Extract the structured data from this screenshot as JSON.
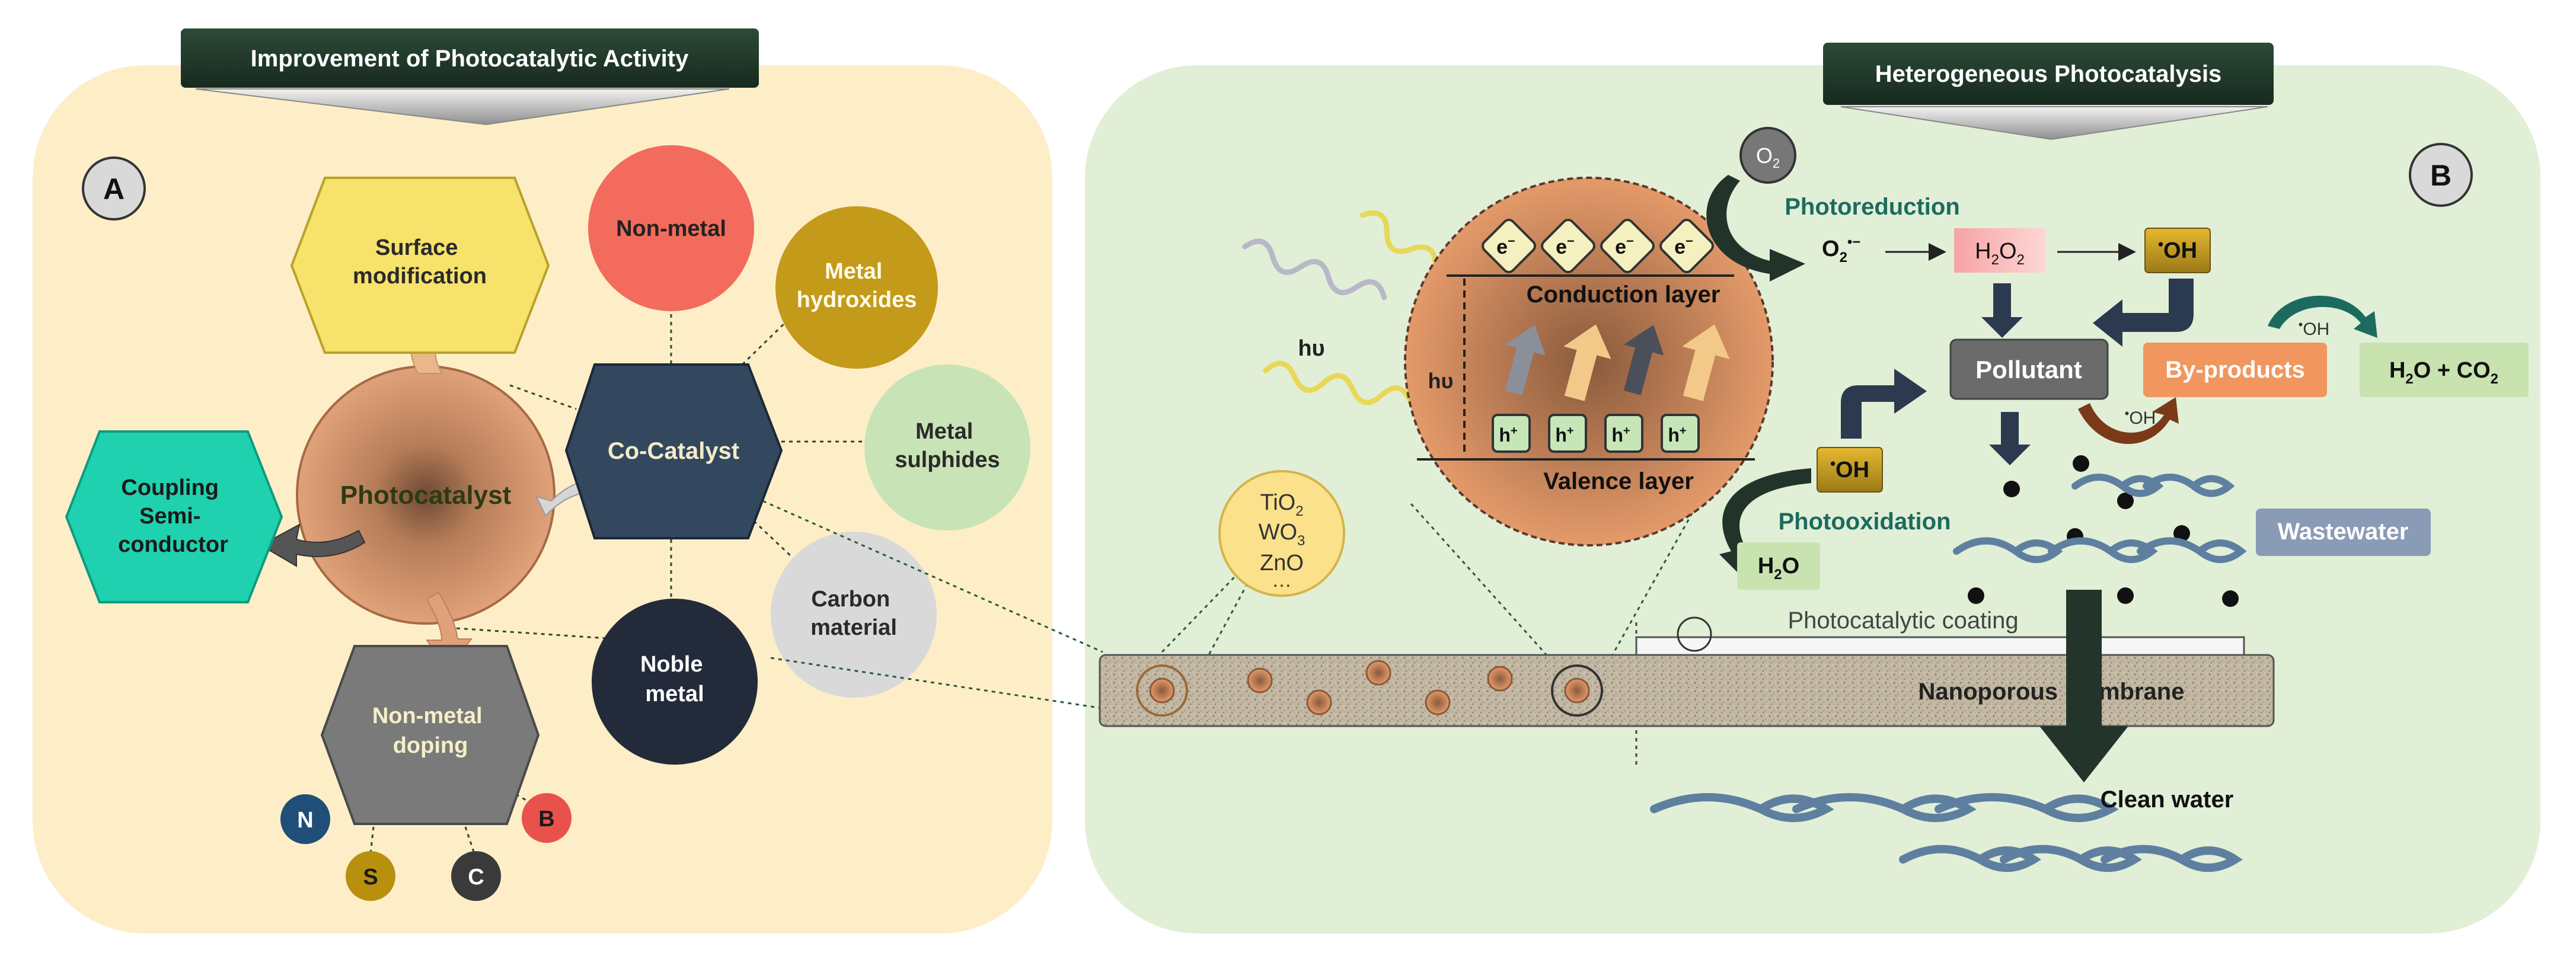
{
  "colors": {
    "panel_a_bg": "#fdeec8",
    "panel_b_bg": "#e1efd7",
    "banner_bg": "#1f3b2b",
    "photocatalyst": "#c98a62",
    "cocatalyst": "#33475f",
    "surface_mod": "#f7e26b",
    "coupling": "#1fd1ae",
    "doping": "#7a7a7a",
    "non_metal": "#f26b5c",
    "metal_hydroxides": "#c49a1a",
    "metal_sulphides": "#c8e3b6",
    "carbon": "#d9d9d9",
    "noble": "#232a3a",
    "teal_text": "#1d6b5e",
    "pollutant": "#6b6b6b",
    "byproducts": "#f0965e",
    "wastewater": "#8a9bb6",
    "water": "#5f7fa0",
    "membrane": "#bdb29d"
  },
  "panel_a": {
    "banner": "Improvement of Photocatalytic Activity",
    "label": "A",
    "photocatalyst": "Photocatalyst",
    "cocatalyst": "Co-Catalyst",
    "surface_modification": [
      "Surface",
      "modification"
    ],
    "coupling": [
      "Coupling",
      "Semi-",
      "conductor"
    ],
    "doping": [
      "Non-metal",
      "doping"
    ],
    "non_metal": "Non-metal",
    "metal_hydroxides": [
      "Metal",
      "hydroxides"
    ],
    "metal_sulphides": [
      "Metal",
      "sulphides"
    ],
    "carbon_material": [
      "Carbon",
      "material"
    ],
    "noble_metal": [
      "Noble",
      "metal"
    ],
    "dopants": [
      "N",
      "S",
      "C",
      "B"
    ]
  },
  "panel_b": {
    "banner": "Heterogeneous Photocatalysis",
    "label": "B",
    "light_label": "hυ",
    "light_label_inner": "hυ",
    "oxides": [
      "TiO",
      "WO",
      "ZnO",
      "…"
    ],
    "oxide_subscripts": [
      "2",
      "3"
    ],
    "electron": "e",
    "electron_charge": "−",
    "hole": "h",
    "hole_charge": "+",
    "conduction_layer": "Conduction layer",
    "valence_layer": "Valence layer",
    "o2": "O",
    "o2_sub": "2",
    "photoreduction": "Photoreduction",
    "superoxide": "O",
    "superoxide_sub": "2",
    "superoxide_sup": "•−",
    "h2o2_parts": [
      "H",
      "2",
      "O",
      "2"
    ],
    "hydroxyl_dot": "•",
    "hydroxyl": "OH",
    "pollutant": "Pollutant",
    "byproducts": "By-products",
    "h2o_co2": [
      "H",
      "2",
      "O + CO",
      "2"
    ],
    "photooxidation": "Photooxidation",
    "water_parts": [
      "H",
      "2",
      "O"
    ],
    "wastewater": "Wastewater",
    "coating": "Photocatalytic coating",
    "membrane": "Nanoporous membrane",
    "clean_water": "Clean water"
  }
}
